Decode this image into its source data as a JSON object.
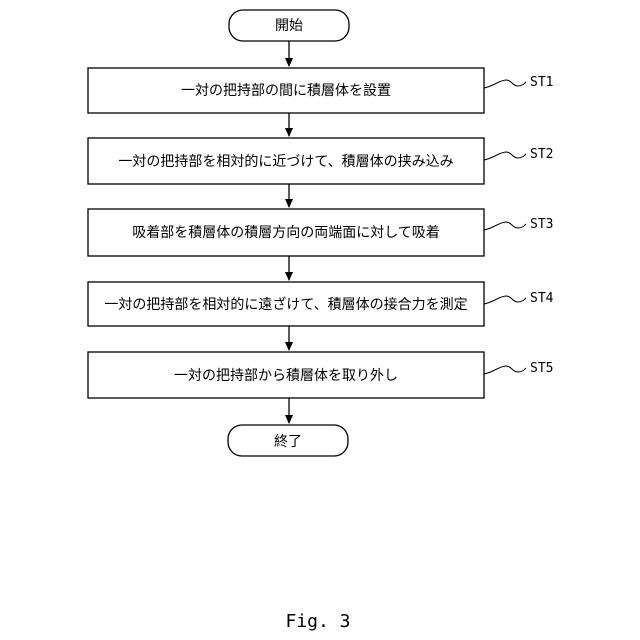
{
  "flowchart": {
    "start": "開始",
    "steps": [
      {
        "text": "一対の把持部の間に積層体を設置",
        "label": "ST1"
      },
      {
        "text": "一対の把持部を相対的に近づけて、積層体の挟み込み",
        "label": "ST2"
      },
      {
        "text": "吸着部を積層体の積層方向の両端面に対して吸着",
        "label": "ST3"
      },
      {
        "text": "一対の把持部を相対的に遠ざけて、積層体の接合力を測定",
        "label": "ST4"
      },
      {
        "text": "一対の把持部から積層体を取り外し",
        "label": "ST5"
      }
    ],
    "end": "終了"
  },
  "caption": "Fig. 3"
}
